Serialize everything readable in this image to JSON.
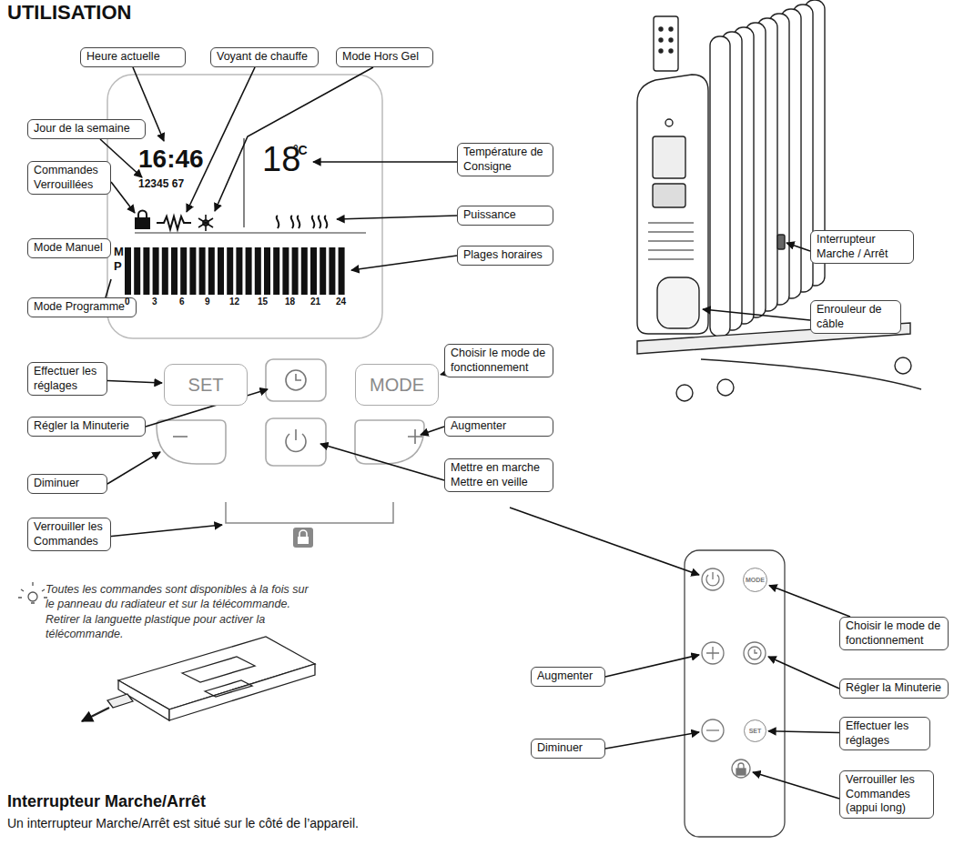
{
  "diagram": {
    "nodes": [
      {
        "text": [
          "Heure actuelle"
        ]
      },
      {
        "text": [
          "Voyant de chauffe"
        ]
      },
      {
        "text": [
          "Mode Hors Gel"
        ]
      },
      {
        "text": [
          "Jour de la semaine"
        ]
      },
      {
        "text": [
          "Température de Consigne"
        ]
      },
      {
        "text": [
          "Commandes Verrouillées"
        ]
      },
      {
        "text": [
          "Puissance"
        ]
      },
      {
        "text": [
          "Mode Manuel"
        ]
      },
      {
        "text": [
          "Plages horaires"
        ]
      },
      {
        "text": [
          "Mode Programme"
        ]
      },
      {
        "text": [
          "Interrupteur Marche / Arrêt"
        ]
      },
      {
        "text": [
          "Enrouleur de câble"
        ]
      },
      {
        "text": [
          "Choisir le mode de fonctionnement"
        ]
      },
      {
        "text": [
          "Effectuer les réglages"
        ]
      },
      {
        "text": [
          "SET"
        ]
      },
      {
        "text": [
          "MODE"
        ]
      },
      {
        "text": [
          "Régler la Minuterie"
        ]
      },
      {
        "text": [
          "Augmenter"
        ]
      },
      {
        "text": [
          "Diminuer"
        ]
      },
      {
        "text": [
          "Mettre en marche Mettre en veille"
        ]
      },
      {
        "text": [
          "Verrouiller les Commandes"
        ]
      },
      {
        "text": [
          "Choisir le mode de fonctionnement"
        ]
      },
      {
        "text": [
          "MODE"
        ]
      },
      {
        "text": [
          "Régler la Minuterie"
        ]
      },
      {
        "text": [
          "Augmenter"
        ]
      },
      {
        "text": [
          "SET"
        ]
      },
      {
        "text": [
          "Effectuer les réglages"
        ]
      },
      {
        "text": [
          "Diminuer"
        ]
      },
      {
        "text": [
          "Verrouiller les Commandes (appui long)"
        ]
      }
    ],
    "edges": [
      {
        "from": 13,
        "to": 14,
        "arrow": "to"
      },
      {
        "from": 12,
        "to": 15,
        "arrow": "to"
      },
      {
        "from": 21,
        "to": 22,
        "arrow": "to"
      },
      {
        "from": 26,
        "to": 25,
        "arrow": "to"
      }
    ],
    "labels": [
      "UTILISATION",
      "16:46",
      "18",
      "°C",
      "12345 67",
      "M",
      "P",
      "0",
      "3",
      "6",
      "9",
      "12",
      "15",
      "18",
      "21",
      "24",
      "Toutes les commandes sont disponibles à la fois sur le panneau du radiateur et sur la télécommande. Retirer la languette plastique pour activer la télécommande.",
      "Interrupteur Marche/Arrêt",
      "Un interrupteur Marche/Arrêt est situé sur le côté de l’appareil."
    ]
  }
}
